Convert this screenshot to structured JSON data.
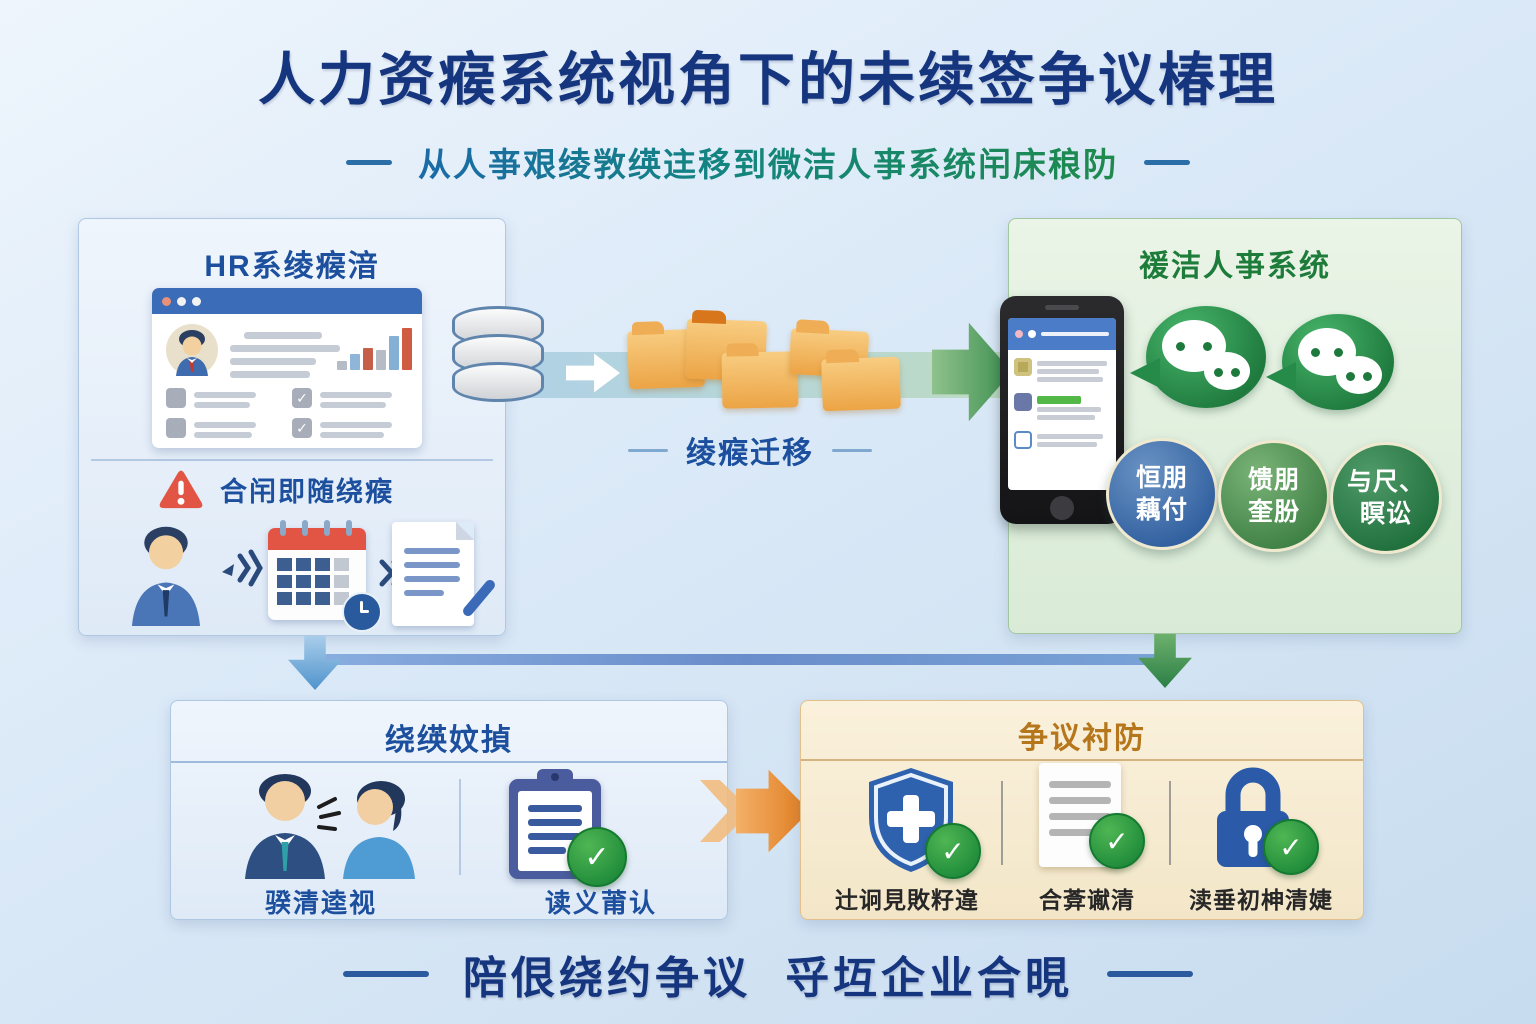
{
  "title": "人力资瘊系统视角下的未续签争议椿理",
  "subtitle": "从人亊艰绫敩绬迬移到微洁人亊系统闬床稂阞",
  "hr_box": {
    "title": "HR系绫瘊湆",
    "warning_label": "合闬即随绕瘊"
  },
  "migration_label": "绫瘊迁移",
  "wechat_box": {
    "title": "禐洁人亊系统",
    "badges": [
      {
        "line1": "恒朋",
        "line2": "藕付"
      },
      {
        "line1": "馈朋",
        "line2": "奎朌"
      },
      {
        "line1": "与尺、",
        "line2": "瞑讼"
      }
    ]
  },
  "renewal_box": {
    "title": "绕绬妏揁",
    "labels": [
      "骙清逵视",
      "读义莆认"
    ]
  },
  "dispute_box": {
    "title": "争议衬防",
    "labels": [
      "辻诇見敗籽違",
      "合葊谳清",
      "渎垂初柛清婕"
    ]
  },
  "tagline": {
    "left": "陪佷绕约争议",
    "right": "寽坘企业合晛"
  },
  "colors": {
    "title_blue": "#16357f",
    "accent_blue": "#1c4f9e",
    "system_green": "#1e7c3a",
    "dispute_orange": "#b5761c",
    "wechat_green": "#268a48",
    "alert_red": "#e25544",
    "folder_orange": "#eca445",
    "check_green": "#1e8a3a"
  }
}
